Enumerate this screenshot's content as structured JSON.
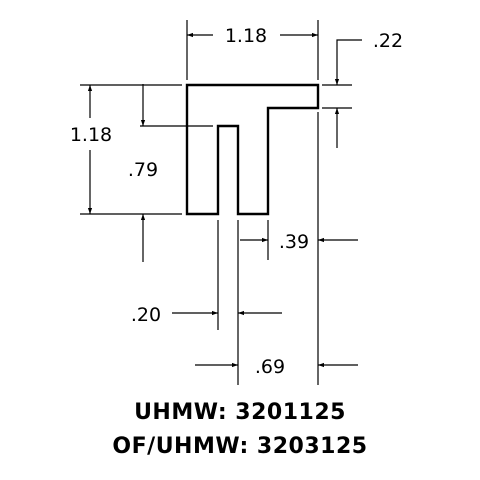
{
  "dimensions": {
    "top_width": "1.18",
    "flange_thickness": ".22",
    "overall_height": "1.18",
    "slot_depth": ".79",
    "leg_width": ".39",
    "slot_width": ".20",
    "right_offset": ".69"
  },
  "part_numbers": {
    "line1": "UHMW: 3201125",
    "line2": "OF/UHMW: 3203125"
  }
}
